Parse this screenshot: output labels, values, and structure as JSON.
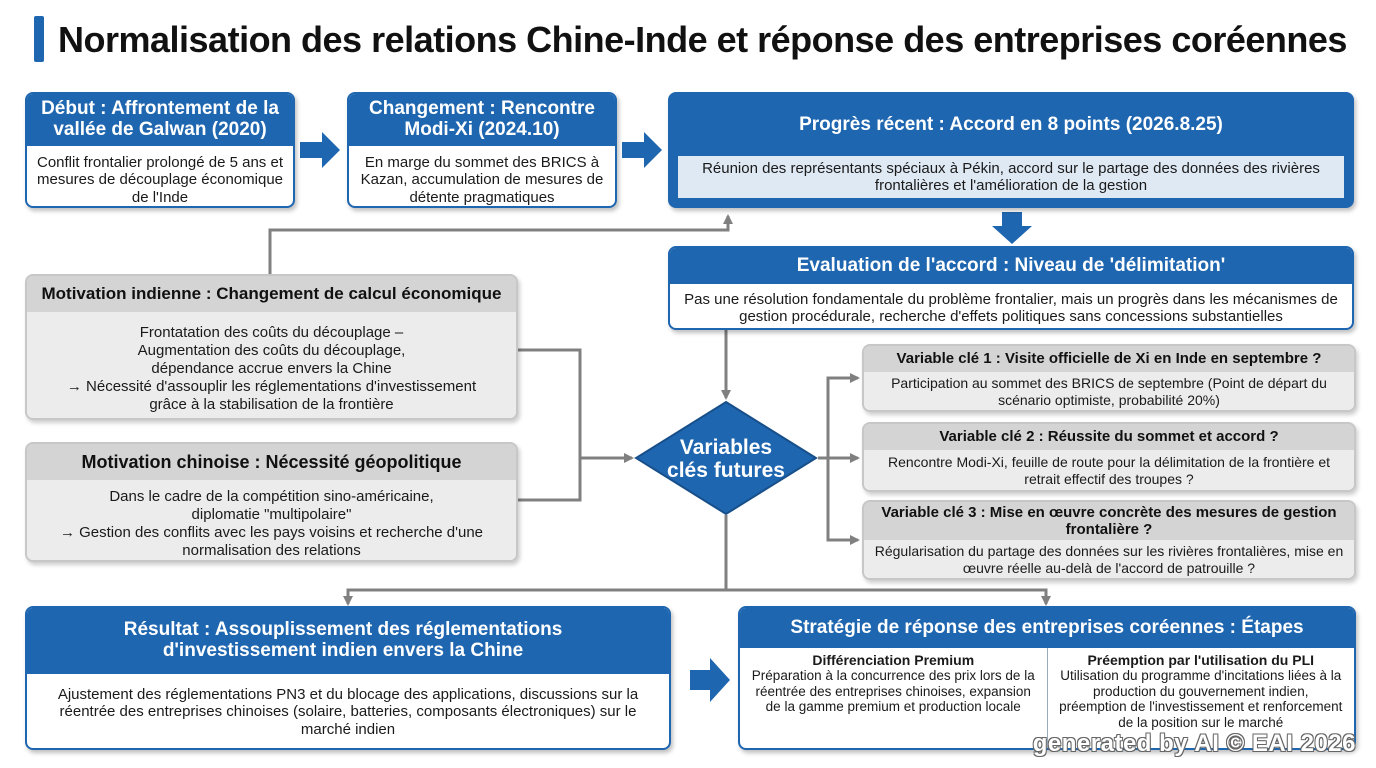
{
  "title": "Normalisation des relations Chine-Inde et réponse des entreprises coréennes",
  "start": {
    "header": "Début : Affrontement de la vallée de Galwan (2020)",
    "body": "Conflit frontalier prolongé de 5 ans et mesures de découplage économique de l'Inde"
  },
  "change": {
    "header": "Changement : Rencontre Modi-Xi (2024.10)",
    "body": "En marge du sommet des BRICS à Kazan, accumulation de mesures de détente pragmatiques"
  },
  "progress": {
    "header": "Progrès récent : Accord en 8 points (2026.8.25)",
    "body": "Réunion des représentants spéciaux à Pékin, accord sur le partage des données des rivières frontalières et l'amélioration de la gestion"
  },
  "evaluation": {
    "header": "Evaluation de l'accord : Niveau de 'délimitation'",
    "body": "Pas une résolution fondamentale du problème frontalier, mais un progrès dans les mécanismes de gestion procédurale, recherche d'effets politiques sans concessions substantielles"
  },
  "india_motivation": {
    "header": "Motivation indienne : Changement de calcul économique",
    "lines": [
      "Frontatation des coûts du découplage –",
      "Augmentation des coûts du découplage,",
      "dépendance accrue envers la Chine",
      "→ Nécessité d'assouplir les réglementations d'investissement",
      "grâce à la stabilisation de la frontière"
    ]
  },
  "china_motivation": {
    "header": "Motivation chinoise : Nécessité géopolitique",
    "lines": [
      "Dans le cadre de la compétition sino-américaine,",
      "diplomatie \"multipolaire\"",
      "→ Gestion des conflits avec les pays voisins et recherche d'une",
      "normalisation des relations"
    ]
  },
  "diamond": {
    "line1": "Variables",
    "line2": "clés futures"
  },
  "key_variables": [
    {
      "header": "Variable clé 1 : Visite officielle de Xi en Inde en septembre ?",
      "body": "Participation au sommet des BRICS de septembre (Point de départ du scénario optimiste, probabilité 20%)"
    },
    {
      "header": "Variable clé 2 : Réussite du sommet et accord ?",
      "body": "Rencontre Modi-Xi, feuille de route pour la délimitation de la frontière et retrait effectif des troupes ?"
    },
    {
      "header": "Variable clé 3 : Mise en œuvre concrète des mesures de gestion frontalière ?",
      "body": "Régularisation du partage des données sur les rivières frontalières, mise en œuvre réelle au-delà de l'accord de patrouille ?"
    }
  ],
  "result": {
    "header": "Résultat : Assouplissement des réglementations d'investissement indien envers la Chine",
    "body": "Ajustement des réglementations PN3 et du blocage des applications, discussions sur la réentrée des entreprises chinoises (solaire, batteries, composants électroniques) sur le marché indien"
  },
  "strategy": {
    "header": "Stratégie de réponse des entreprises coréennes : Étapes",
    "col1_title": "Différenciation Premium",
    "col1_body": "Préparation à la concurrence des prix lors de la réentrée des entreprises chinoises, expansion de la gamme premium et production locale",
    "col2_title": "Préemption par l'utilisation du PLI",
    "col2_body": "Utilisation du programme d'incitations liées à la production du gouvernement indien, préemption de l'investissement et renforcement de la position sur le marché"
  },
  "watermark": "generated by AI © EAI 2026",
  "colors": {
    "primary_blue": "#1f66b0",
    "gray_header": "#d4d4d4",
    "gray_body": "#ececec",
    "connector": "#808080"
  }
}
